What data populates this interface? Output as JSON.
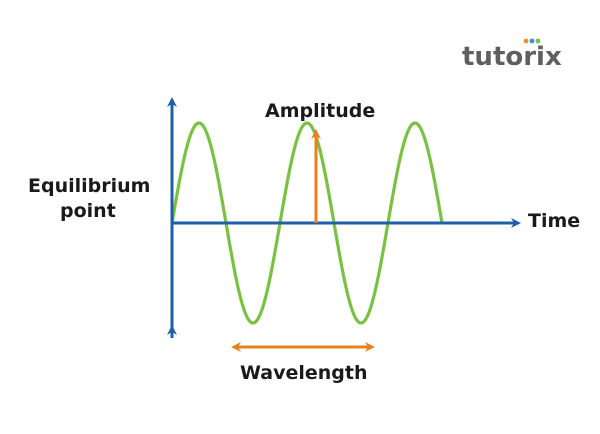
{
  "logo": {
    "text": "tutorix",
    "color": "#5f5f5f",
    "dot_colors": [
      "#f28c28",
      "#3d8fd1",
      "#7ac143"
    ]
  },
  "labels": {
    "amplitude": "Amplitude",
    "equilibrium_line1": "Equilibrium",
    "equilibrium_line2": "point",
    "time": "Time",
    "wavelength": "Wavelength"
  },
  "colors": {
    "axis": "#1f5fa8",
    "wave": "#7ac143",
    "marker": "#e8801e",
    "text": "#1a1a1a"
  },
  "wave": {
    "cycles": 2.5
  }
}
